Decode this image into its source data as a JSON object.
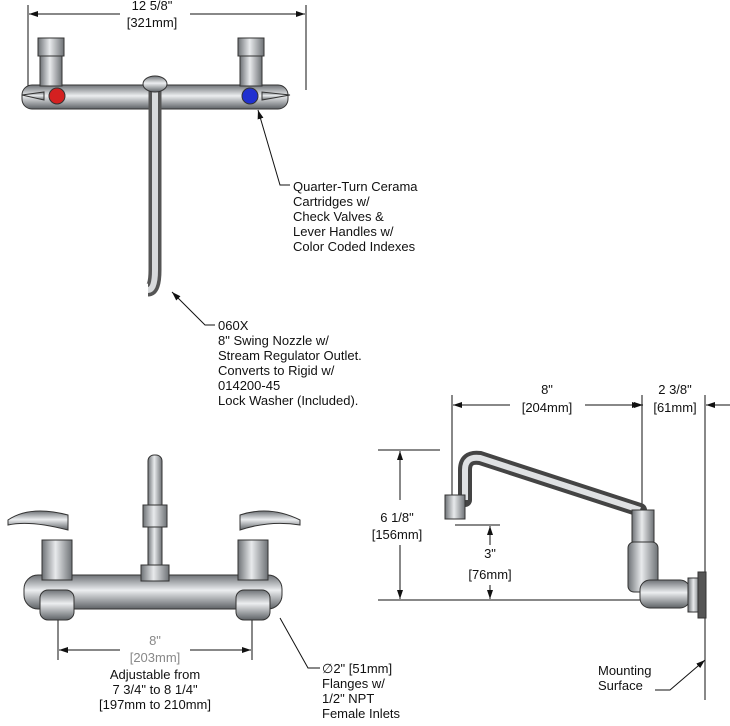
{
  "top_view": {
    "width_dim": "12 5/8\"",
    "width_dim_metric": "[321mm]",
    "cartridge_callout": [
      "Quarter-Turn Cerama",
      "Cartridges w/",
      "Check Valves &",
      "Lever Handles w/",
      "Color Coded Indexes"
    ],
    "nozzle_callout": [
      "060X",
      "8\" Swing Nozzle w/",
      "Stream Regulator Outlet.",
      "Converts to Rigid w/",
      "014200-45",
      "Lock Washer (Included)."
    ]
  },
  "front_view": {
    "center_dim": "8\"",
    "center_dim_metric": "[203mm]",
    "adjustable": [
      "Adjustable from",
      "7 3/4\" to 8 1/4\"",
      "[197mm to 210mm]"
    ],
    "flange_callout": [
      "∅2\" [51mm]",
      "Flanges w/",
      "1/2\" NPT",
      "Female Inlets"
    ]
  },
  "side_view": {
    "reach_dim": "8\"",
    "reach_dim_metric": "[204mm]",
    "offset_dim": "2 3/8\"",
    "offset_dim_metric": "[61mm]",
    "height_dim": "6 1/8\"",
    "height_dim_metric": "[156mm]",
    "outlet_dim": "3\"",
    "outlet_dim_metric": "[76mm]",
    "mounting": [
      "Mounting",
      "Surface"
    ]
  },
  "colors": {
    "hot": "#d42020",
    "cold": "#2030d0",
    "metal": "#a9adb1",
    "line": "#222222"
  }
}
